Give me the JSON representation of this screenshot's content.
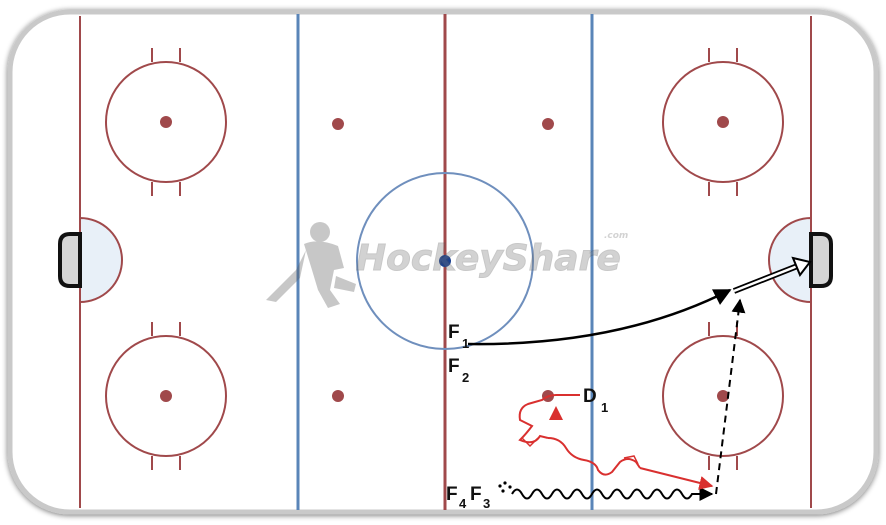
{
  "watermark": {
    "brand": "HockeyShare",
    "suffix": ".com"
  },
  "players": [
    {
      "id": "f1",
      "letter": "F",
      "sub": "1"
    },
    {
      "id": "f2",
      "letter": "F",
      "sub": "2"
    },
    {
      "id": "d1",
      "letter": "D",
      "sub": "1"
    },
    {
      "id": "f4",
      "letter": "F",
      "sub": "4"
    },
    {
      "id": "f3",
      "letter": "F",
      "sub": "3"
    }
  ],
  "colors": {
    "rink_line": "#a0494b",
    "blue_line": "#5a85b8",
    "center_circle": "#6f8fbd",
    "center_dot": "#1a3f8f",
    "crease_fill": "#e8f0f8",
    "red_path": "#d9302f",
    "black_path": "#000000",
    "net": "#555555",
    "board_shadow": "#c9c9c9"
  },
  "icons": [
    "hockey-player-icon",
    "pylon-icon",
    "puck-pile-icon"
  ]
}
